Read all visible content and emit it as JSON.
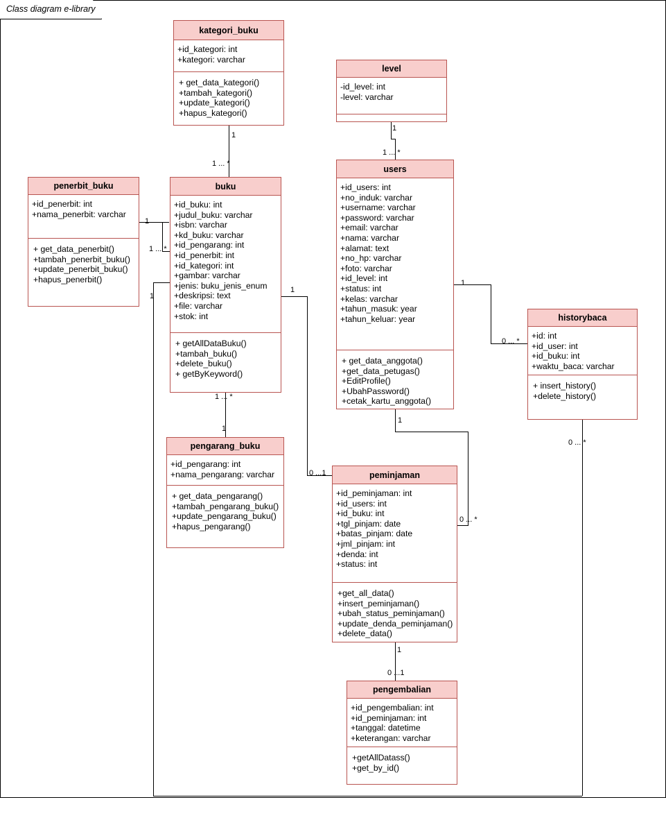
{
  "diagram": {
    "title": "Class diagram e-library",
    "type": "uml-class-diagram",
    "colors": {
      "header_fill": "#f8cecc",
      "class_border": "#b85450",
      "frame_border": "#000000",
      "connector": "#000000"
    }
  },
  "classes": [
    {
      "id": "kategori_buku",
      "name": "kategori_buku",
      "attributes": [
        "+id_kategori: int",
        "+kategori: varchar"
      ],
      "operations": [
        "+ get_data_kategori()",
        "+tambah_kategori()",
        "+update_kategori()",
        "+hapus_kategori()"
      ]
    },
    {
      "id": "level",
      "name": "level",
      "attributes": [
        "-id_level: int",
        "-level: varchar"
      ],
      "operations": []
    },
    {
      "id": "users",
      "name": "users",
      "attributes": [
        "+id_users: int",
        "+no_induk: varchar",
        "+username: varchar",
        "+password: varchar",
        "+email: varchar",
        "+nama: varchar",
        "+alamat: text",
        "+no_hp: varchar",
        "+foto: varchar",
        "+id_level: int",
        "+status: int",
        "+kelas: varchar",
        "+tahun_masuk: year",
        "+tahun_keluar: year"
      ],
      "operations": [
        "+ get_data_anggota()",
        "+get_data_petugas()",
        "+EditProfile()",
        "+UbahPassword()",
        "+cetak_kartu_anggota()"
      ]
    },
    {
      "id": "penerbit_buku",
      "name": "penerbit_buku",
      "attributes": [
        "+id_penerbit: int",
        "+nama_penerbit: varchar"
      ],
      "operations": [
        "+ get_data_penerbit()",
        "+tambah_penerbit_buku()",
        "+update_penerbit_buku()",
        "+hapus_penerbit()"
      ]
    },
    {
      "id": "buku",
      "name": "buku",
      "attributes": [
        "+id_buku: int",
        "+judul_buku: varchar",
        "+isbn: varchar",
        "+kd_buku: varchar",
        "+id_pengarang: int",
        "+id_penerbit: int",
        "+id_kategori: int",
        "+gambar: varchar",
        "+jenis: buku_jenis_enum",
        "+deskripsi: text",
        "+file: varchar",
        "+stok: int"
      ],
      "operations": [
        "+ getAllDataBuku()",
        "+tambah_buku()",
        "+delete_buku()",
        "+ getByKeyword()"
      ]
    },
    {
      "id": "historybaca",
      "name": "historybaca",
      "attributes": [
        "+id: int",
        "+id_user: int",
        "+id_buku: int",
        "+waktu_baca: varchar"
      ],
      "operations": [
        "+ insert_history()",
        "+delete_history()"
      ]
    },
    {
      "id": "pengarang_buku",
      "name": "pengarang_buku",
      "attributes": [
        "+id_pengarang: int",
        "+nama_pengarang: varchar"
      ],
      "operations": [
        "+ get_data_pengarang()",
        "+tambah_pengarang_buku()",
        "+update_pengarang_buku()",
        "+hapus_pengarang()"
      ]
    },
    {
      "id": "peminjaman",
      "name": "peminjaman",
      "attributes": [
        "+id_peminjaman: int",
        "+id_users: int",
        "+id_buku: int",
        "+tgl_pinjam: date",
        "+batas_pinjam: date",
        "+jml_pinjam: int",
        "+denda: int",
        "+status: int"
      ],
      "operations": [
        "+get_all_data()",
        "+insert_peminjaman()",
        "+ubah_status_peminjaman()",
        "+update_denda_peminjaman()",
        "+delete_data()"
      ]
    },
    {
      "id": "pengembalian",
      "name": "pengembalian",
      "attributes": [
        "+id_pengembalian: int",
        "+id_peminjaman: int",
        "+tanggal: datetime",
        "+keterangan: varchar"
      ],
      "operations": [
        "+getAllDatass()",
        "+get_by_id()"
      ]
    }
  ],
  "associations": [
    {
      "id": "kategori-buku",
      "from": "kategori_buku",
      "to": "buku",
      "from_mult": "1",
      "to_mult": "1 ... *"
    },
    {
      "id": "level-users",
      "from": "level",
      "to": "users",
      "from_mult": "1",
      "to_mult": "1 ... *"
    },
    {
      "id": "penerbit-buku",
      "from": "penerbit_buku",
      "to": "buku",
      "from_mult": "1",
      "to_mult": "1 ... *"
    },
    {
      "id": "buku-pengarang",
      "from": "buku",
      "to": "pengarang_buku",
      "from_mult": "1 ... *",
      "to_mult": "1"
    },
    {
      "id": "buku-peminjaman",
      "from": "buku",
      "to": "peminjaman",
      "from_mult": "1",
      "to_mult": "0 ...1"
    },
    {
      "id": "buku-historybaca",
      "from": "buku",
      "to": "historybaca",
      "from_mult": "1",
      "to_mult": "0 ... *"
    },
    {
      "id": "users-historybaca",
      "from": "users",
      "to": "historybaca",
      "from_mult": "1",
      "to_mult": "0 ... *"
    },
    {
      "id": "users-peminjaman",
      "from": "users",
      "to": "peminjaman",
      "from_mult": "1",
      "to_mult": "0 ... *"
    },
    {
      "id": "peminjaman-pengembalian",
      "from": "peminjaman",
      "to": "pengembalian",
      "from_mult": "1",
      "to_mult": "0 ...1"
    }
  ]
}
